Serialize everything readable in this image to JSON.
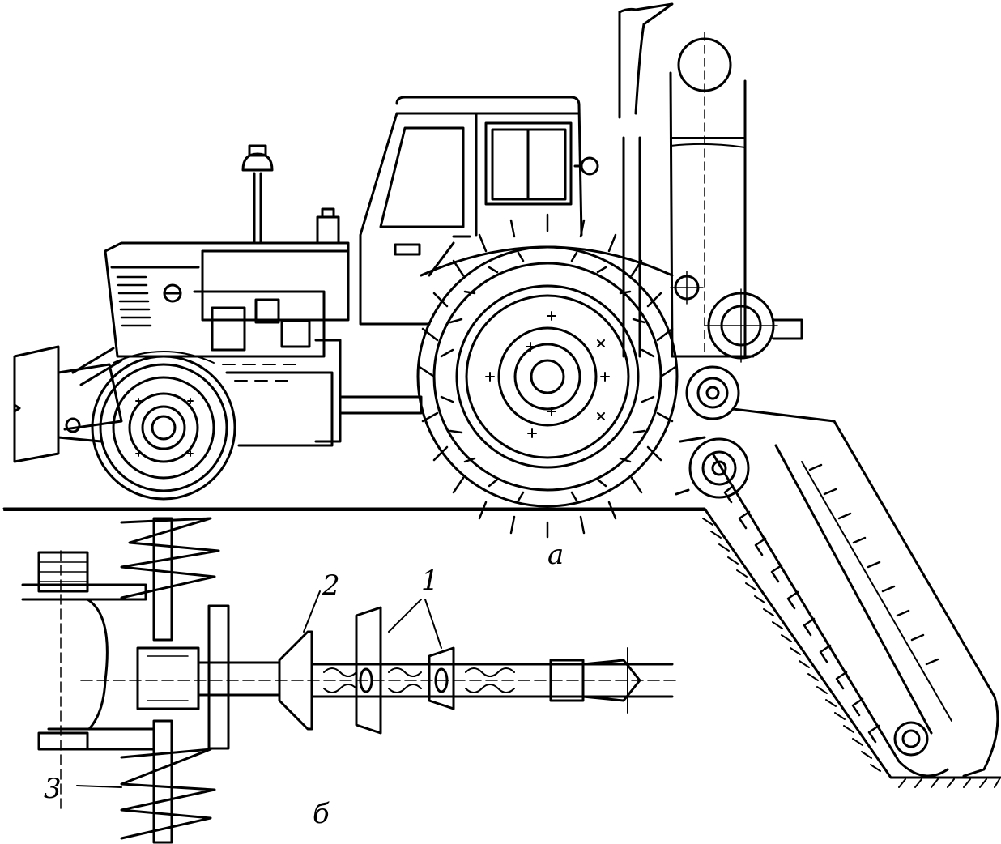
{
  "figure": {
    "part_labels": {
      "a": "а",
      "b": "б"
    },
    "callouts": [
      "1",
      "2",
      "3"
    ],
    "colors": {
      "ink": "#000000",
      "paper": "#ffffff"
    }
  }
}
